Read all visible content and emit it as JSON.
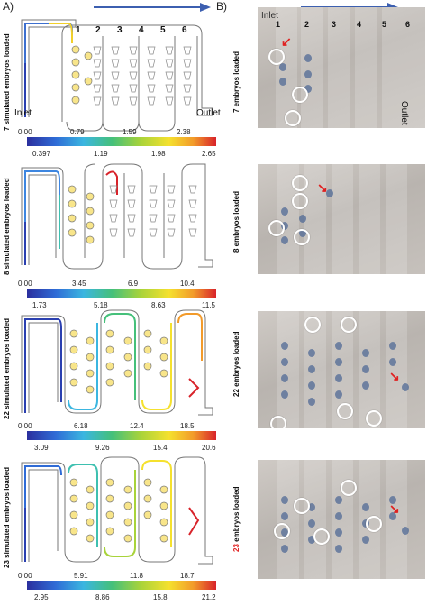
{
  "panels": {
    "a_label": "A)",
    "b_label": "B)"
  },
  "columns": [
    "1",
    "2",
    "3",
    "4",
    "5",
    "6"
  ],
  "inlet_label": "Inlet",
  "outlet_label": "Outlet",
  "sim_rows": [
    {
      "label": "7 simulated embryos loaded",
      "ticks_top": [
        "0.00",
        "0.79",
        "1.59",
        "2.38"
      ],
      "ticks_bottom": [
        "0.397",
        "1.19",
        "1.98",
        "2.65"
      ]
    },
    {
      "label": "8 simulated embryos loaded",
      "ticks_top": [
        "0.00",
        "3.45",
        "6.9",
        "10.4"
      ],
      "ticks_bottom": [
        "1.73",
        "5.18",
        "8.63",
        "11.5"
      ]
    },
    {
      "label": "22 simulated embryos loaded",
      "ticks_top": [
        "0.00",
        "6.18",
        "12.4",
        "18.5"
      ],
      "ticks_bottom": [
        "3.09",
        "9.26",
        "15.4",
        "20.6"
      ]
    },
    {
      "label": "23 simulated embryos loaded",
      "ticks_top": [
        "0.00",
        "5.91",
        "11.8",
        "18.7"
      ],
      "ticks_bottom": [
        "2.95",
        "8.86",
        "15.8",
        "21.2"
      ]
    }
  ],
  "photo_rows": [
    {
      "label": "7 embryos loaded"
    },
    {
      "label": "8 embryos loaded"
    },
    {
      "label": "22 embryos loaded"
    },
    {
      "label_num": "23",
      "label_rest": " embryos loaded"
    }
  ],
  "photo_inlet": "Inlet",
  "photo_outlet": "Outlet",
  "colors": {
    "arrow_blue": "#3c5fb0",
    "red": "#e02020"
  }
}
